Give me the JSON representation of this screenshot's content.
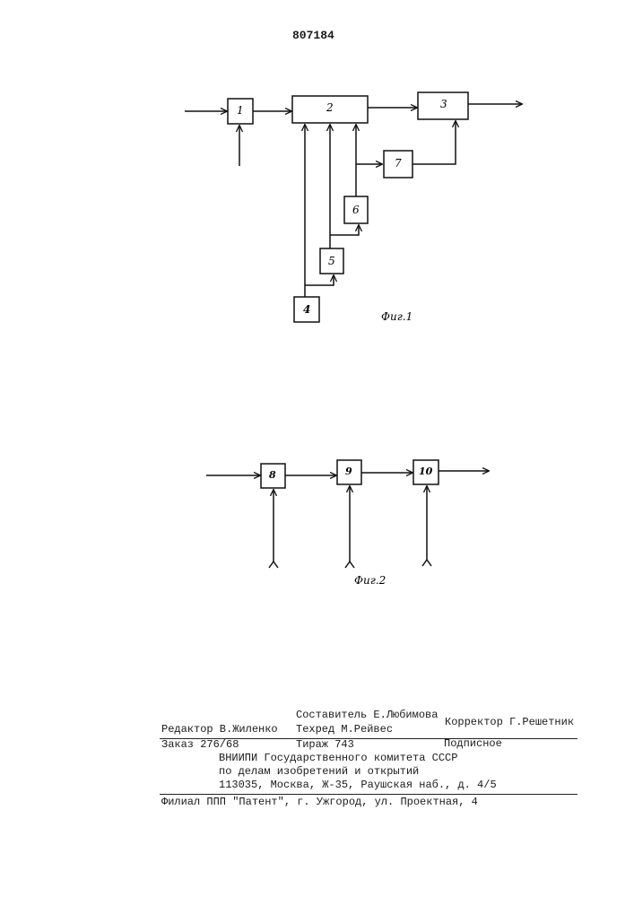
{
  "document": {
    "patent_number": "807184"
  },
  "figures": {
    "fig1": {
      "caption": "Фиг.1",
      "blocks": [
        "1",
        "2",
        "3",
        "4",
        "5",
        "6",
        "7"
      ]
    },
    "fig2": {
      "caption": "Фиг.2",
      "blocks": [
        "8",
        "9",
        "10"
      ]
    }
  },
  "footer": {
    "compiler": "Составитель Е.Любимова",
    "editor": "Редактор В.Жиленко",
    "techred": "Техред М.Рейвес",
    "corrector": "Корректор Г.Решетник",
    "order": "Заказ 276/68",
    "circulation": "Тираж 743",
    "subscription": "Подписное",
    "org_line1": "ВНИИПИ Государственного комитета СССР",
    "org_line2": "по делам изобретений и открытий",
    "address": "113035, Москва, Ж-35, Раушская наб., д. 4/5",
    "branch": "Филиал ППП \"Патент\", г. Ужгород, ул. Проектная, 4"
  }
}
